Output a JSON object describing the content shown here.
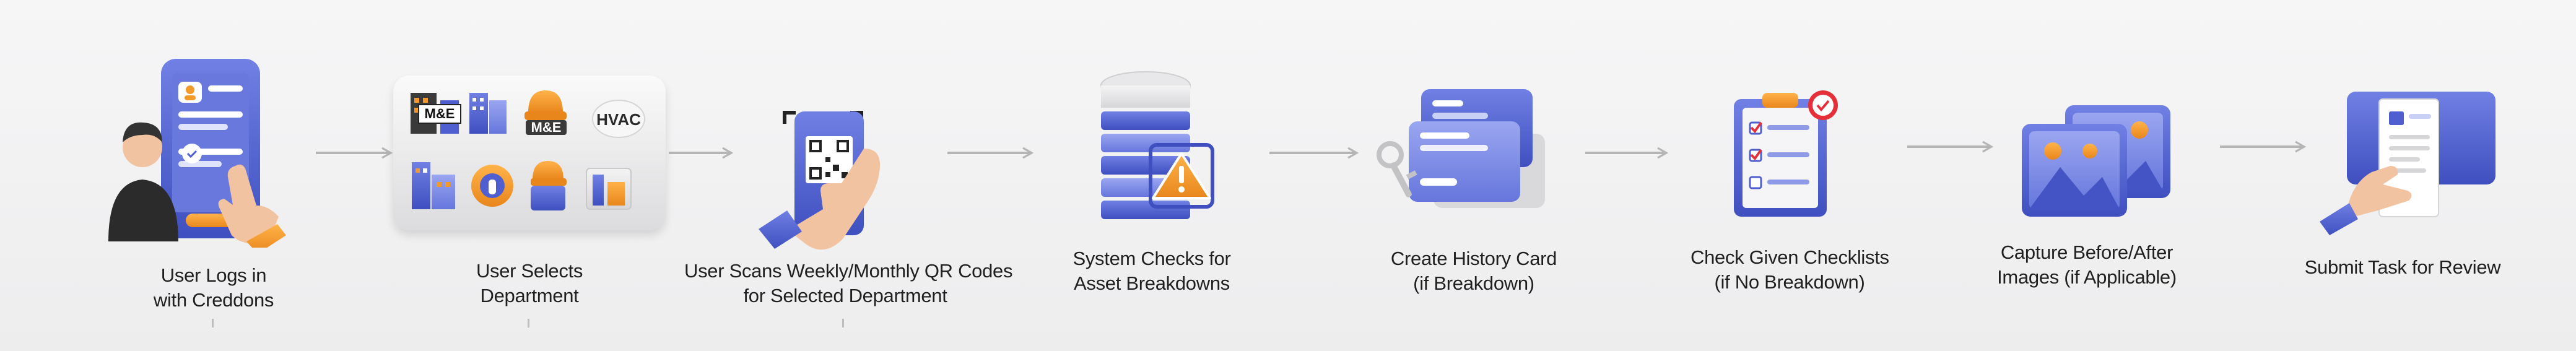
{
  "steps": [
    {
      "lines": [
        "User Logs in",
        "with Creddons"
      ]
    },
    {
      "lines": [
        "User Selects",
        "Department"
      ],
      "tiles": [
        "M&E",
        "M&E",
        "HVAC"
      ]
    },
    {
      "lines": [
        "User Scans Weekly/Monthly QR Codes",
        "for Selected Department"
      ]
    },
    {
      "lines": [
        "System Checks for",
        "Asset Breakdowns"
      ]
    },
    {
      "lines": [
        "Create History Card",
        "(if Breakdown)"
      ]
    },
    {
      "lines": [
        "Check Given Checklists",
        "(if No Breakdown)"
      ]
    },
    {
      "lines": [
        "Capture Before/After",
        "Images (if Applicable)"
      ]
    },
    {
      "lines": [
        "Submit Task for Review"
      ]
    }
  ],
  "colors": {
    "accent": "#4f5fcf",
    "accent_light": "#7d8be6",
    "orange": "#f39a2c",
    "skin": "#f2c3a0",
    "arrow": "#b5b5b5",
    "text": "#1f1f1f"
  }
}
